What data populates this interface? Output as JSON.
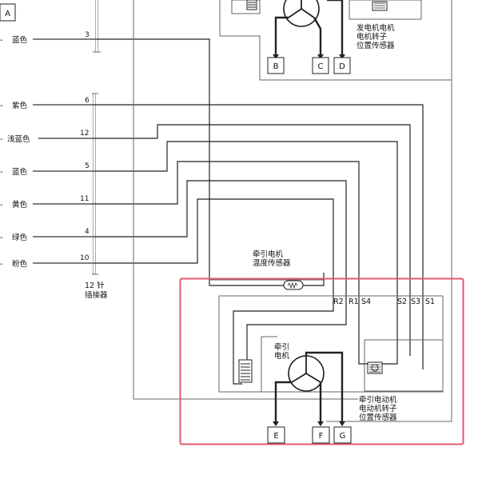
{
  "connector": {
    "caption_line1": "12 针",
    "caption_line2": "插接器",
    "pins": [
      {
        "num": "3",
        "color": "蓝色"
      },
      {
        "num": "6",
        "color": "紫色"
      },
      {
        "num": "12",
        "color": "浅蓝色"
      },
      {
        "num": "5",
        "color": "蓝色"
      },
      {
        "num": "11",
        "color": "黄色"
      },
      {
        "num": "4",
        "color": "绿色"
      },
      {
        "num": "10",
        "color": "粉色"
      }
    ]
  },
  "top_left_box": "A",
  "generator_sensor": {
    "line1": "发电机电机",
    "line2": "电机转子",
    "line3": "位置传感器"
  },
  "top_terminals": [
    "B",
    "C",
    "D"
  ],
  "temp_sensor": {
    "line1": "牵引电机",
    "line2": "温度传感器"
  },
  "motor": {
    "line1": "牵引",
    "line2": "电机"
  },
  "rotor_sensor": {
    "line1": "牵引电动机",
    "line2": "电动机转子",
    "line3": "位置传感器"
  },
  "signal_labels": [
    "R2",
    "R1",
    "S4",
    "S2",
    "S3",
    "S1"
  ],
  "bottom_terminals": [
    "E",
    "F",
    "G"
  ],
  "highlight_color": "#e05a6e"
}
